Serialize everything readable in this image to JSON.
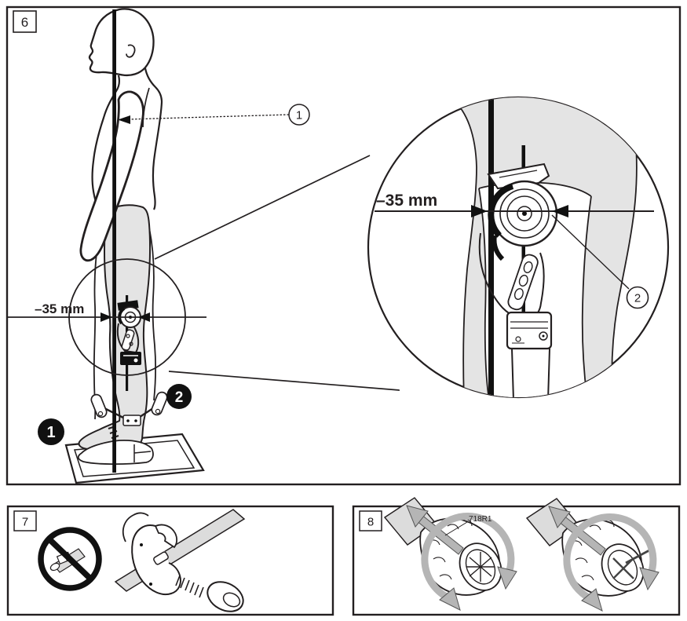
{
  "figure6": {
    "label": "6",
    "measurement": "–35 mm",
    "zoom_measurement": "–35 mm",
    "callout_1": "1",
    "callout_2": "2",
    "step_1": "1",
    "step_2": "2"
  },
  "figure7": {
    "label": "7"
  },
  "figure8": {
    "label": "8",
    "part_number": "718R1"
  },
  "colors": {
    "line": "#231f20",
    "leg_gray": "#e4e4e4",
    "tube_gray": "#dcdcdc",
    "arrow_gray": "#b5b5b5"
  }
}
